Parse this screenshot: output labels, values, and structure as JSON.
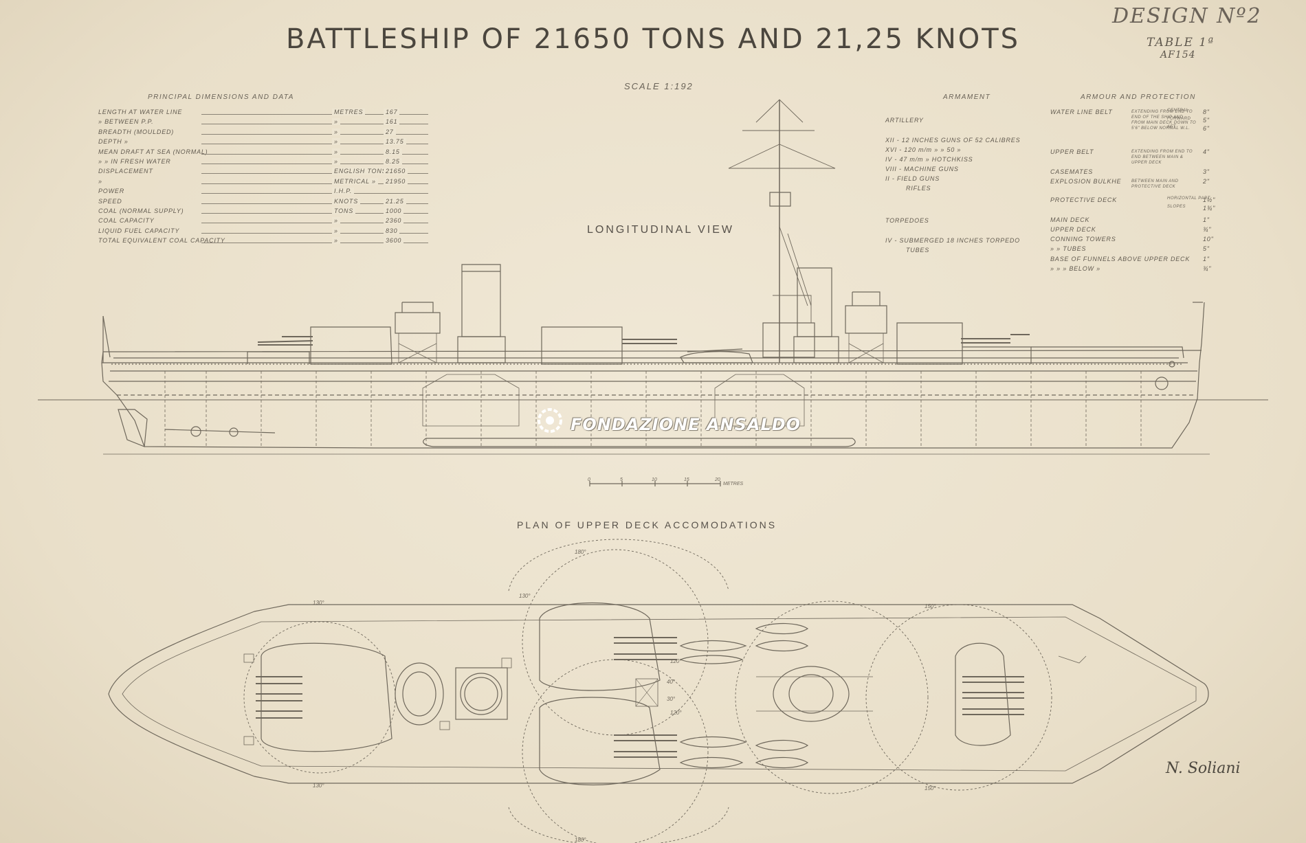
{
  "title": "BATTLESHIP OF 21650 TONS AND 21,25 KNOTS",
  "design": {
    "label": "DESIGN Nº2",
    "table": "TABLE 1ª",
    "code": "AF154"
  },
  "scale": "SCALE 1:192",
  "dimensions": {
    "heading": "PRINCIPAL DIMENSIONS AND DATA",
    "rows": [
      {
        "label": "LENGTH AT WATER LINE",
        "unit": "METRES",
        "value": "167"
      },
      {
        "label": "» BETWEEN P.P.",
        "unit": "»",
        "value": "161"
      },
      {
        "label": "BREADTH (MOULDED)",
        "unit": "»",
        "value": "27"
      },
      {
        "label": "DEPTH »",
        "unit": "»",
        "value": "13.75"
      },
      {
        "label": "MEAN DRAFT AT SEA (NORMAL)",
        "unit": "»",
        "value": "8.15"
      },
      {
        "label": "» » IN FRESH WATER",
        "unit": "»",
        "value": "8.25"
      },
      {
        "label": "DISPLACEMENT",
        "unit": "ENGLISH TONS",
        "value": "21650"
      },
      {
        "label": "»",
        "unit": "METRICAL »",
        "value": "21950"
      },
      {
        "label": "POWER",
        "unit": "I.H.P.",
        "value": ""
      },
      {
        "label": "SPEED",
        "unit": "KNOTS",
        "value": "21.25"
      },
      {
        "label": "COAL (NORMAL SUPPLY)",
        "unit": "TONS",
        "value": "1000"
      },
      {
        "label": "COAL CAPACITY",
        "unit": "»",
        "value": "2360"
      },
      {
        "label": "LIQUID FUEL CAPACITY",
        "unit": "»",
        "value": "830"
      },
      {
        "label": "TOTAL EQUIVALENT COAL CAPACITY",
        "unit": "»",
        "value": "3600"
      }
    ]
  },
  "armament": {
    "heading": "ARMAMENT",
    "artillery_heading": "ARTILLERY",
    "artillery": [
      "XII - 12 INCHES GUNS OF 52 CALIBRES",
      "XVI - 120 m/m » » 50 »",
      "IV - 47 m/m » HOTCHKISS",
      "VIII - MACHINE GUNS",
      "II - FIELD GUNS",
      "RIFLES"
    ],
    "torpedoes_heading": "TORPEDOES",
    "torpedoes": [
      "IV - SUBMERGED 18 INCHES TORPEDO",
      "TUBES"
    ]
  },
  "armour": {
    "heading": "ARMOUR AND PROTECTION",
    "rows": [
      {
        "label": "WATER LINE BELT",
        "note": "EXTENDING FROM END TO END OF THE SHIP AND FROM MAIN DECK DOWN TO 5'6\" BELOW NORMAL W.L.",
        "sub": [
          "CENTRAL",
          "FORWARD",
          "AFT"
        ],
        "values": [
          "8\"",
          "5\"",
          "6\""
        ]
      },
      {
        "label": "UPPER BELT",
        "note": "EXTENDING FROM END TO END BETWEEN MAIN & UPPER DECK",
        "values": [
          "4\""
        ]
      },
      {
        "label": "CASEMATES",
        "values": [
          "3\""
        ]
      },
      {
        "label": "EXPLOSION BULKHE",
        "note": "BETWEEN MAIN AND PROTECTIVE DECK",
        "values": [
          "2\""
        ]
      },
      {
        "label": "PROTECTIVE DECK",
        "sub": [
          "HORIZONTAL PART",
          "SLOPES"
        ],
        "values": [
          "1½\"",
          "1¾\""
        ]
      },
      {
        "label": "MAIN DECK",
        "values": [
          "1\""
        ]
      },
      {
        "label": "UPPER DECK",
        "values": [
          "¾\""
        ]
      },
      {
        "label": "CONNING TOWERS",
        "values": [
          "10\""
        ]
      },
      {
        "label": "» » TUBES",
        "values": [
          "5\""
        ]
      },
      {
        "label": "BASE OF FUNNELS ABOVE UPPER DECK",
        "values": [
          "1\""
        ]
      },
      {
        "label": "» » » BELOW »",
        "values": [
          "¾\""
        ]
      }
    ]
  },
  "views": {
    "longitudinal": "LONGITUDINAL VIEW",
    "plan": "PLAN OF UPPER DECK ACCOMODATIONS"
  },
  "scale_bar": {
    "ticks": [
      "0",
      "5",
      "10",
      "15",
      "20"
    ],
    "unit": "METRES"
  },
  "arc_labels": [
    "180°",
    "130°",
    "150°",
    "120°",
    "30°",
    "40°"
  ],
  "watermark": "FONDAZIONE ANSALDO",
  "signature": "N. Soliani",
  "colors": {
    "paper": "#ece3cf",
    "ink": "#5a544a",
    "line": "#6e675b"
  }
}
